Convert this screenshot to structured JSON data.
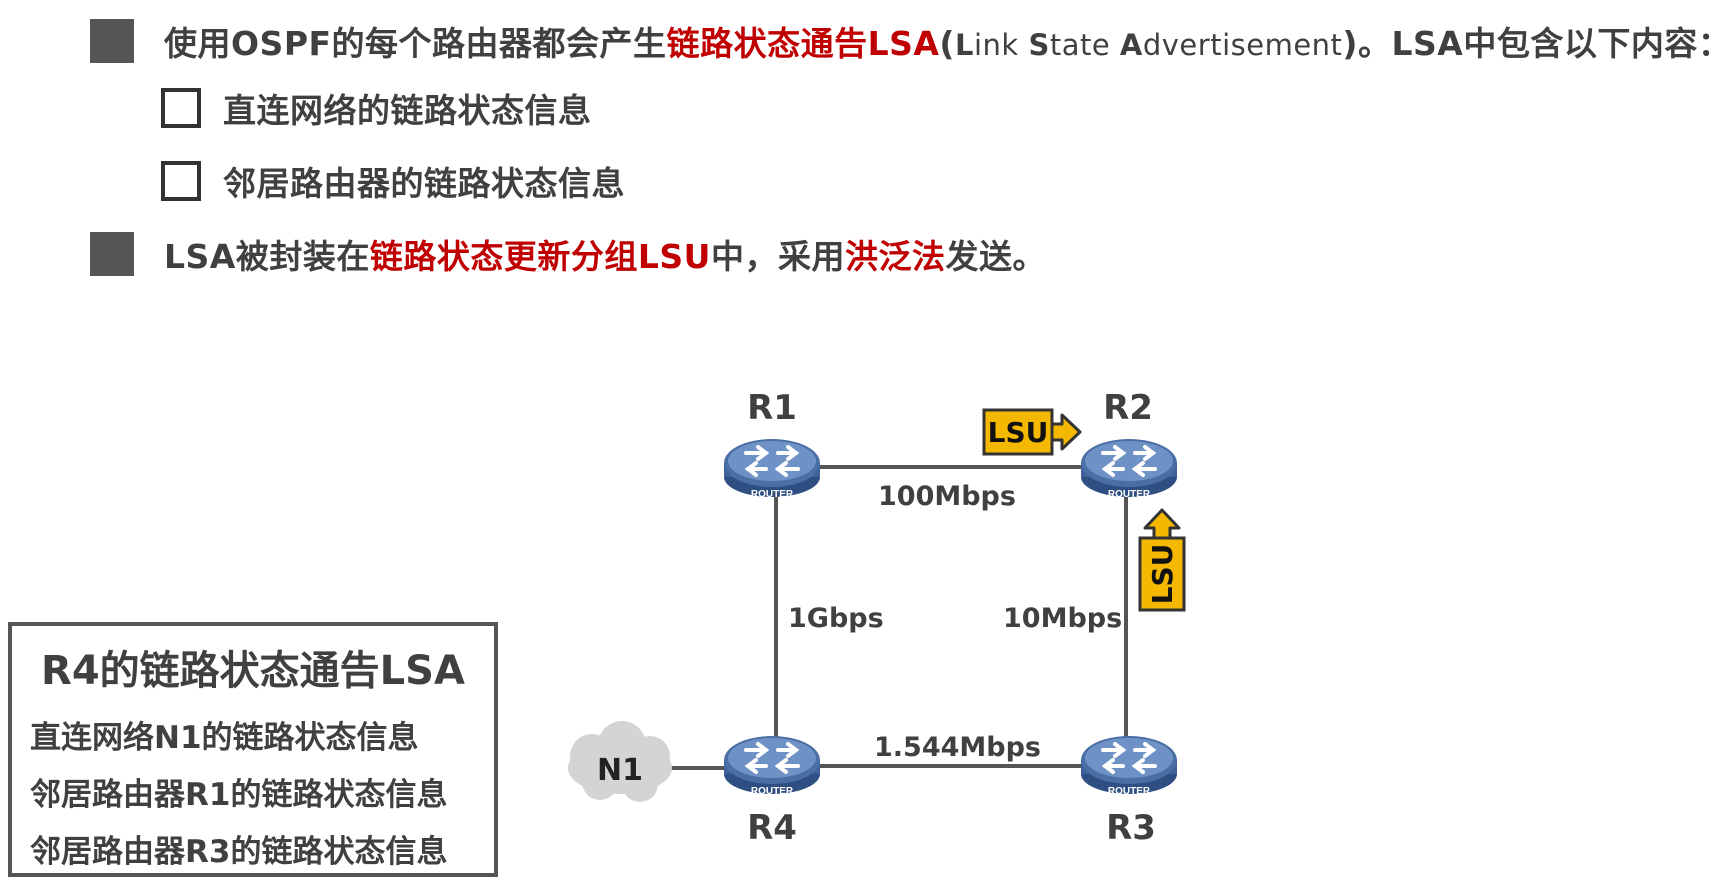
{
  "bullets": {
    "line1": {
      "part1": "使用OSPF的每个路由器都会产生",
      "highlight": "链路状态通告LSA",
      "paren_open": "(",
      "expansion": [
        {
          "bold": "L",
          "rest": "ink "
        },
        {
          "bold": "S",
          "rest": "tate "
        },
        {
          "bold": "A",
          "rest": "dvertisement"
        }
      ],
      "paren_close": ")",
      "part2": "。LSA中包含以下内容："
    },
    "sub_items": [
      "直连网络的链路状态信息",
      "邻居路由器的链路状态信息"
    ],
    "line2": {
      "part1": "LSA被封装在",
      "highlight1": "链路状态更新分组LSU",
      "part2": "中，采用",
      "highlight2": "洪泛法",
      "part3": "发送。"
    }
  },
  "diagram": {
    "routers": [
      {
        "label": "R1",
        "icon_text": "ROUTER"
      },
      {
        "label": "R2",
        "icon_text": "ROUTER"
      },
      {
        "label": "R3",
        "icon_text": "ROUTER"
      },
      {
        "label": "R4",
        "icon_text": "ROUTER"
      }
    ],
    "links": [
      {
        "from": "R1",
        "to": "R2",
        "bandwidth": "100Mbps"
      },
      {
        "from": "R1",
        "to": "R4",
        "bandwidth": "1Gbps"
      },
      {
        "from": "R2",
        "to": "R3",
        "bandwidth": "10Mbps"
      },
      {
        "from": "R4",
        "to": "R3",
        "bandwidth": "1.544Mbps"
      }
    ],
    "network": {
      "label": "N1"
    },
    "lsu_packets": [
      {
        "label": "LSU",
        "direction": "right"
      },
      {
        "label": "LSU",
        "direction": "up"
      }
    ]
  },
  "lsa_box": {
    "title": "R4的链路状态通告LSA",
    "items": [
      "直连网络N1的链路状态信息",
      "邻居路由器R1的链路状态信息",
      "邻居路由器R3的链路状态信息"
    ]
  },
  "colors": {
    "highlight": "#c00000",
    "text": "#404040",
    "router_fill": "#4a6fa5",
    "router_top": "#b7cbe8",
    "lsu_fill": "#f5b800",
    "link": "#555555",
    "cloud": "#d4d4d4"
  }
}
